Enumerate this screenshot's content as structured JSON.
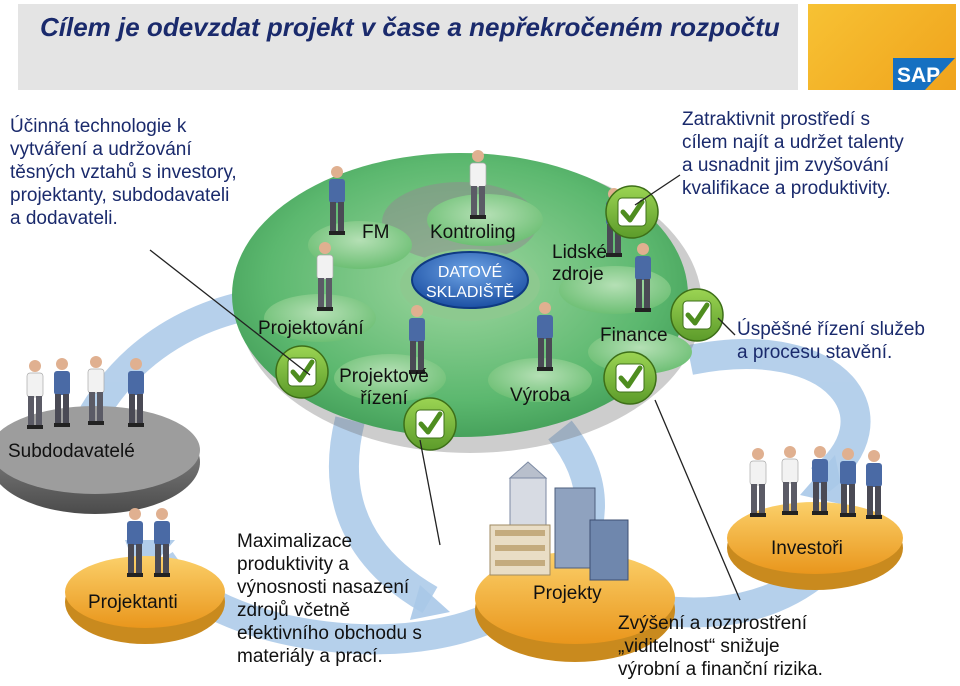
{
  "title": "Cílem je odevzdat projekt v čase a nepřekročeném rozpočtu",
  "logo": {
    "text": "SAP",
    "bg": "#1670c1"
  },
  "colors": {
    "title": "#1a2a6c",
    "ring": "#5cb86f",
    "arrow": "#8fb6de",
    "check": "#7ac143",
    "gold": "#f2b234"
  },
  "center": {
    "line1": "DATOVÉ",
    "line2": "SKLADIŠTĚ"
  },
  "ring_nodes": {
    "fm": "FM",
    "kontroling": "Kontroling",
    "lidske_zdroje": [
      "Lidské",
      "zdroje"
    ],
    "projektovani": "Projektování",
    "finance": "Finance",
    "projektove_rizeni": [
      "Projektové",
      "řízení"
    ],
    "vyroba": "Výroba"
  },
  "stakeholders": {
    "subdodavatele": "Subdodavatelé",
    "projektanti": "Projektanti",
    "projekty": "Projekty",
    "investori": "Investoři"
  },
  "callouts": {
    "top_left": [
      "Účinná technologie k",
      "vytváření a udržování",
      "těsných vztahů s investory,",
      "projektanty, subdodavateli",
      "a dodavateli."
    ],
    "top_right": [
      "Zatraktivnit prostředí  s",
      "cílem najít a udržet talenty",
      "a usnadnit jim zvyšování",
      "kvalifikace a produktivity."
    ],
    "mid_right": [
      "Úspěšné řízení služeb",
      "a procesu stavění."
    ],
    "bottom_mid": [
      "Maximalizace",
      "produktivity a",
      "výnosnosti nasazení",
      "zdrojů včetně",
      "efektivního obchodu s",
      "materiály a prací."
    ],
    "bottom_right": [
      "Zvýšení a rozprostření",
      "„viditelnost“ snižuje",
      "výrobní a finanční rizika."
    ]
  },
  "icons": [
    "check-badge-icon",
    "person-icon",
    "building-icon"
  ]
}
